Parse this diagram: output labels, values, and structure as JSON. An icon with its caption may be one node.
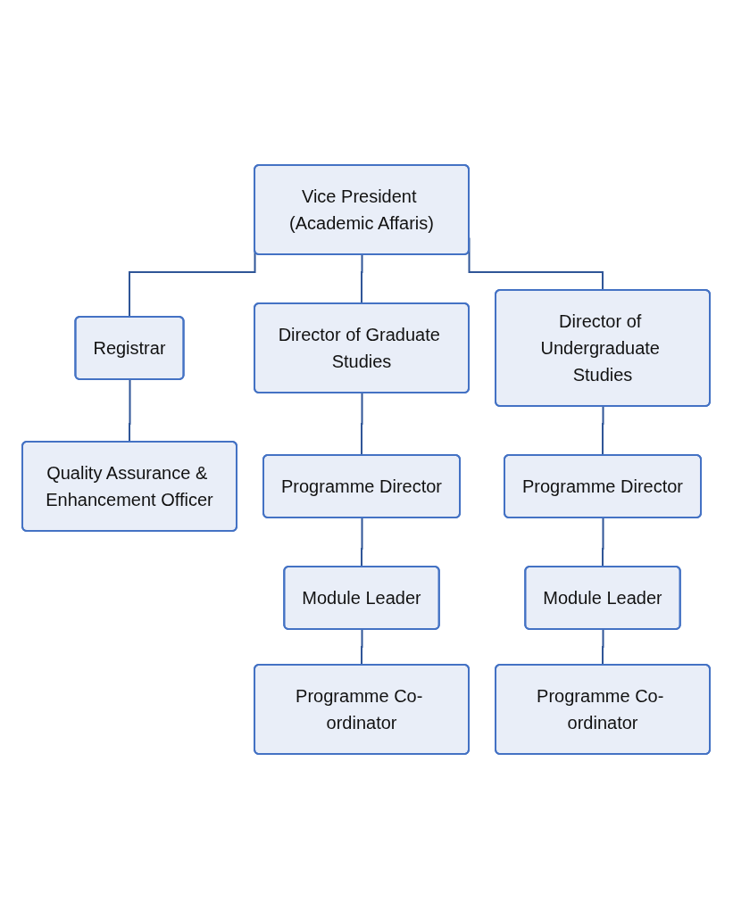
{
  "diagram": {
    "nodes": [
      {
        "text": [
          "Vice President (Academic Affaris)"
        ]
      },
      {
        "text": [
          "Registrar"
        ]
      },
      {
        "text": [
          "Director of Graduate Studies"
        ]
      },
      {
        "text": [
          "Director of Undergraduate Studies"
        ]
      },
      {
        "text": [
          "Quality Assurance & Enhancement Officer"
        ]
      },
      {
        "text": [
          "Programme Director"
        ]
      },
      {
        "text": [
          "Programme Director"
        ]
      },
      {
        "text": [
          "Module Leader"
        ]
      },
      {
        "text": [
          "Module Leader"
        ]
      },
      {
        "text": [
          "Programme Co- ordinator"
        ]
      },
      {
        "text": [
          "Programme Co- ordinator"
        ]
      }
    ],
    "edges": [
      {
        "from": 0,
        "to": 1,
        "arrow": "none"
      },
      {
        "from": 0,
        "to": 2,
        "arrow": "none"
      },
      {
        "from": 0,
        "to": 3,
        "arrow": "none"
      },
      {
        "from": 1,
        "to": 4,
        "arrow": "none"
      },
      {
        "from": 2,
        "to": 5,
        "arrow": "none"
      },
      {
        "from": 3,
        "to": 6,
        "arrow": "none"
      },
      {
        "from": 5,
        "to": 7,
        "arrow": "none"
      },
      {
        "from": 6,
        "to": 8,
        "arrow": "none"
      },
      {
        "from": 7,
        "to": 9,
        "arrow": "none"
      },
      {
        "from": 8,
        "to": 10,
        "arrow": "none"
      }
    ]
  }
}
